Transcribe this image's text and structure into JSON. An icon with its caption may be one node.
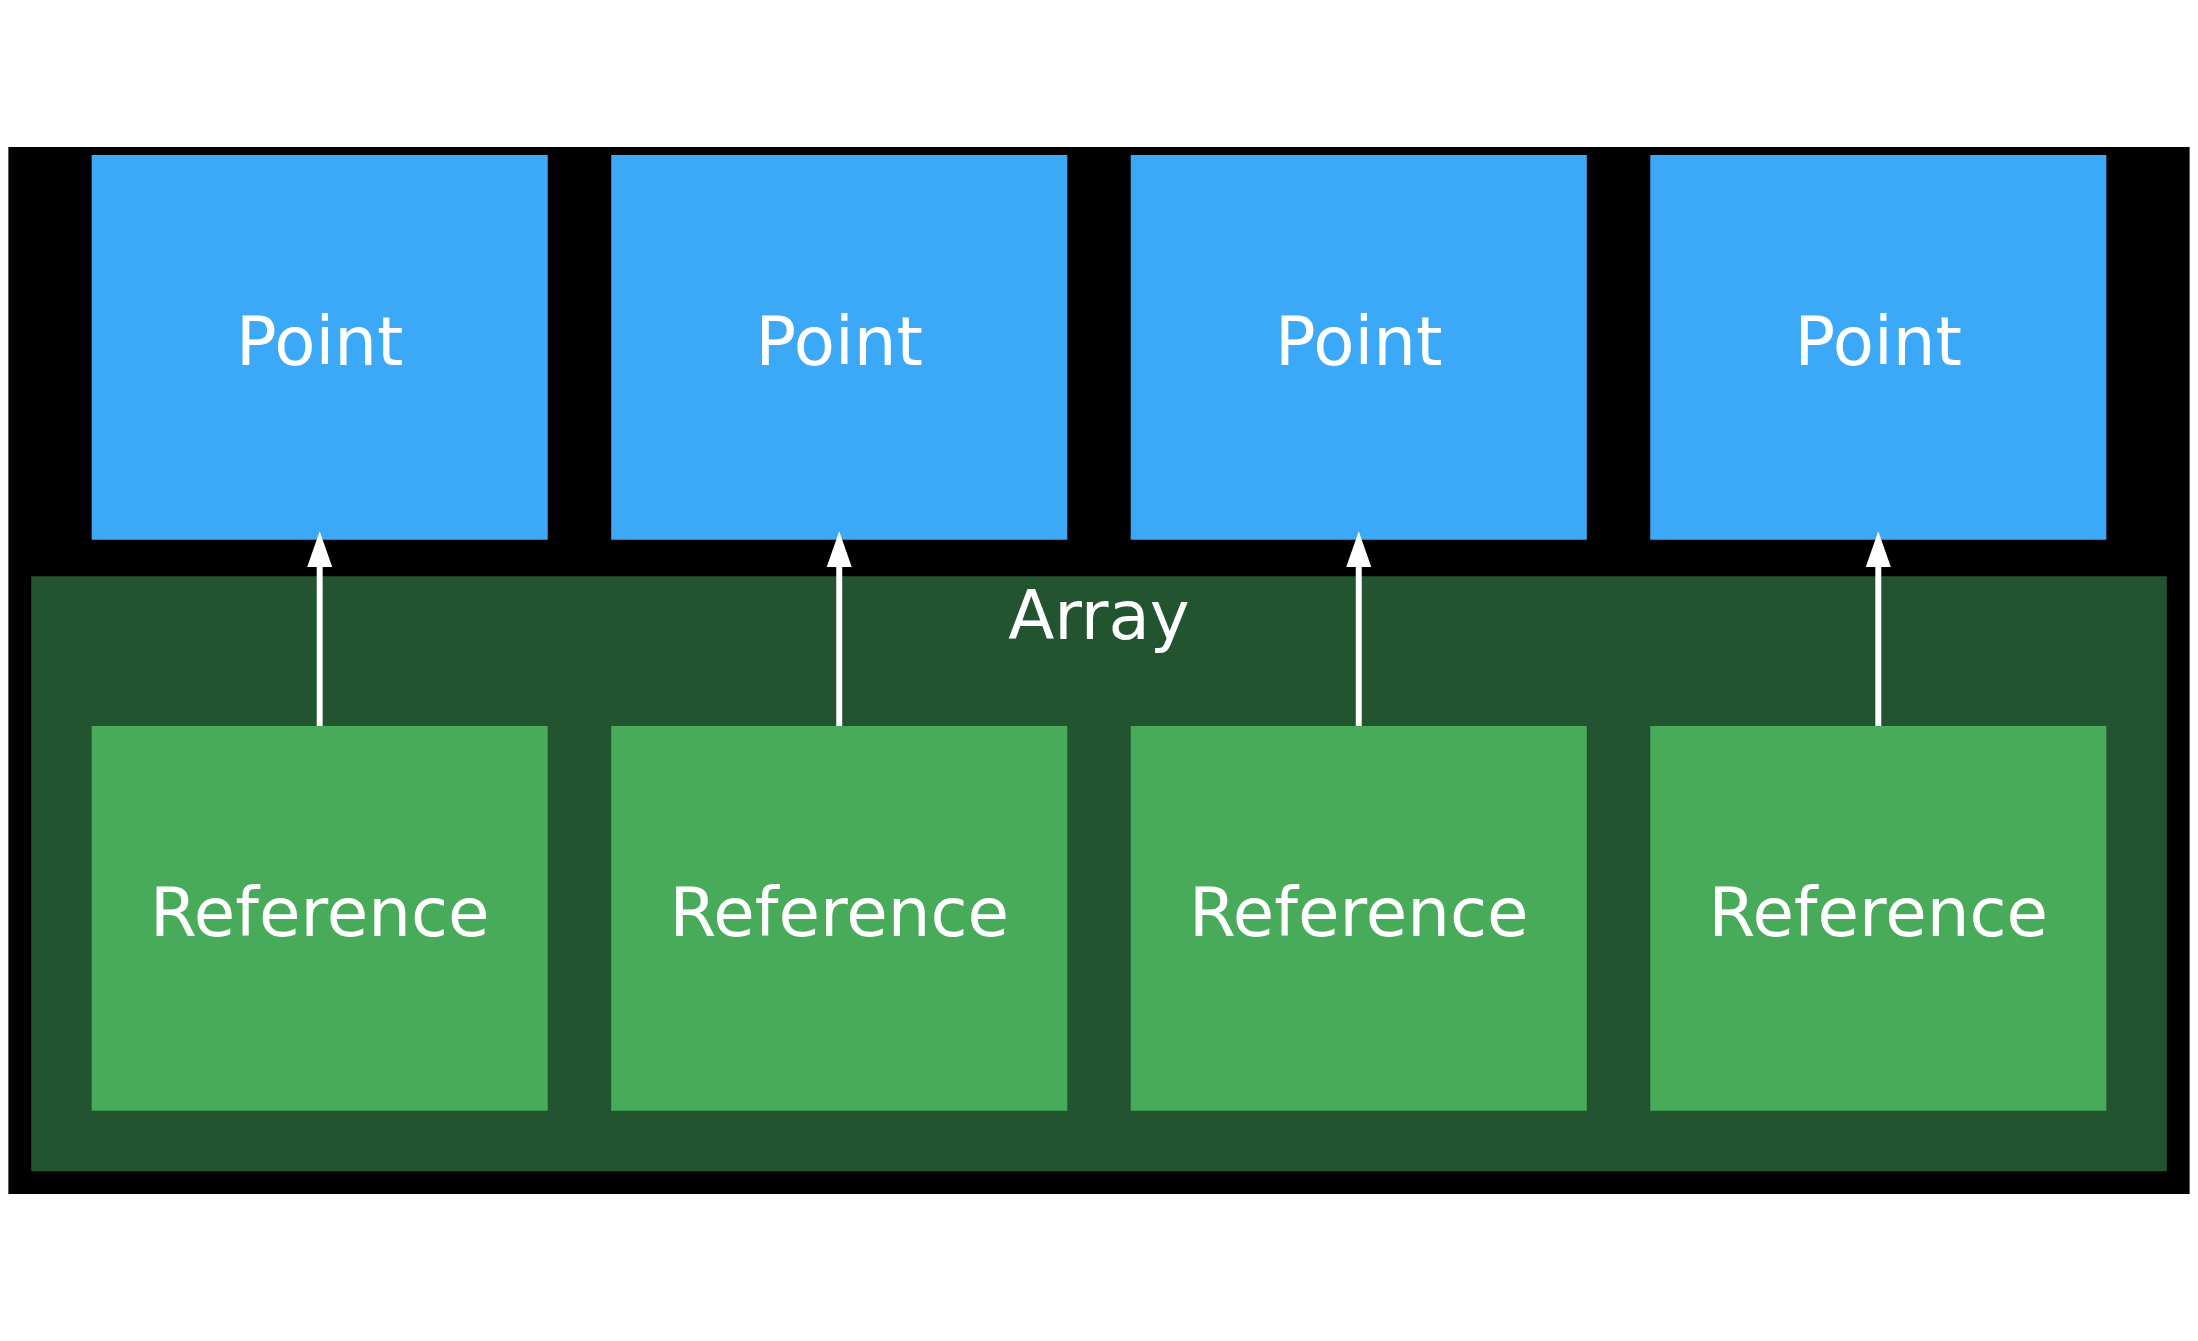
{
  "diagram": {
    "nodes": [
      {
        "text": [
          "Point"
        ]
      },
      {
        "text": [
          "Point"
        ]
      },
      {
        "text": [
          "Point"
        ]
      },
      {
        "text": [
          "Point"
        ]
      },
      {
        "text": [
          "Array"
        ]
      },
      {
        "text": [
          "Reference"
        ],
        "in": 4
      },
      {
        "text": [
          "Reference"
        ],
        "in": 4
      },
      {
        "text": [
          "Reference"
        ],
        "in": 4
      },
      {
        "text": [
          "Reference"
        ],
        "in": 4
      }
    ],
    "edges": [
      {
        "from": 5,
        "to": 0,
        "arrow": "to"
      },
      {
        "from": 6,
        "to": 1,
        "arrow": "to"
      },
      {
        "from": 7,
        "to": 2,
        "arrow": "to"
      },
      {
        "from": 8,
        "to": 3,
        "arrow": "to"
      }
    ]
  }
}
